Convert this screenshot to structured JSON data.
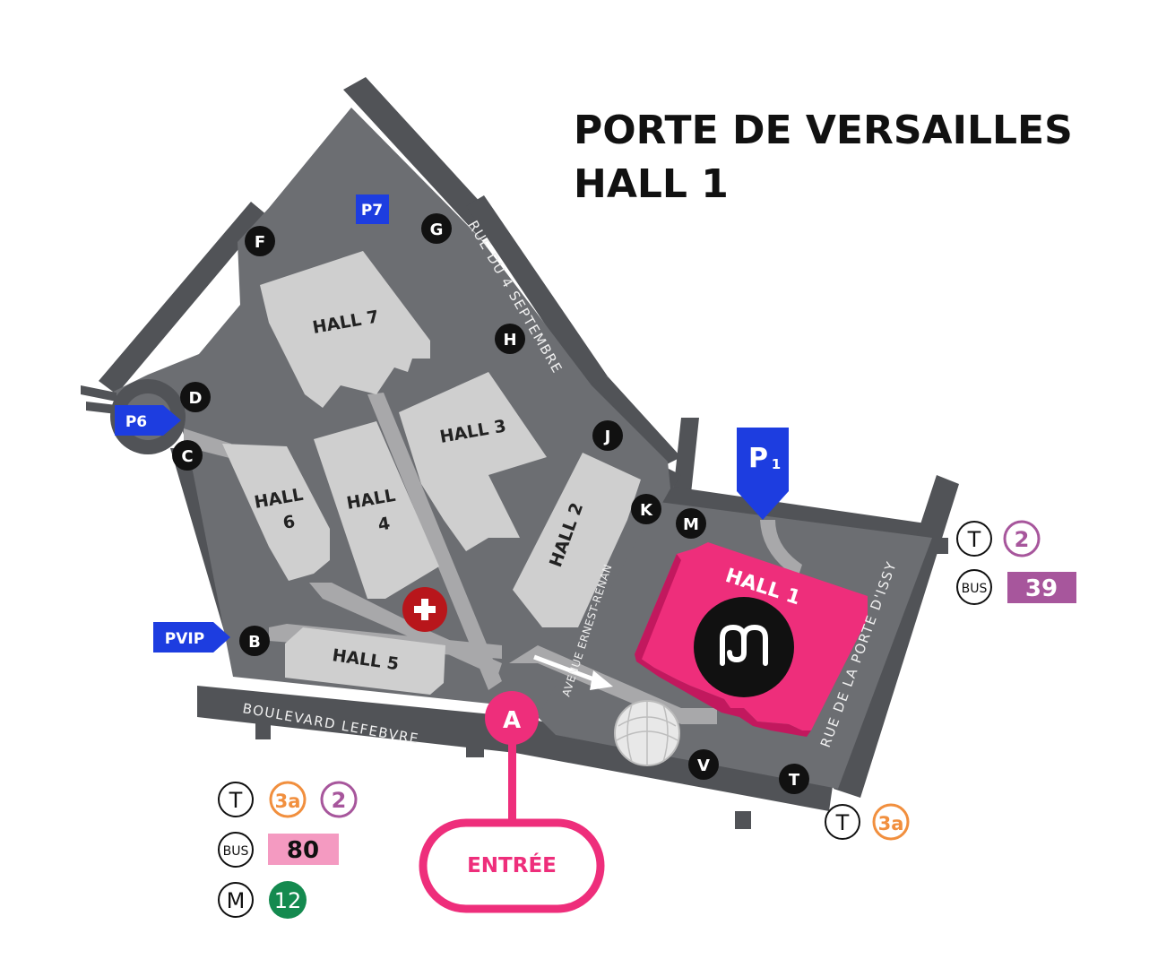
{
  "title": {
    "line1": "PORTE DE VERSAILLES",
    "line2": "HALL 1"
  },
  "halls": {
    "hall7": "HALL 7",
    "hall3": "HALL 3",
    "hall6a": "HALL",
    "hall6b": "6",
    "hall4a": "HALL",
    "hall4b": "4",
    "hall2": "HALL 2",
    "hall5": "HALL 5",
    "hall1": "HALL 1"
  },
  "streets": {
    "rue4sept": "RUE DU 4 SEPTEMBRE",
    "ernest": "AVENUE ERNEST-RENAN",
    "lefebvre": "BOULEVARD LEFEBVRE",
    "issy": "RUE DE LA PORTE D'ISSY"
  },
  "gates": [
    "A",
    "B",
    "C",
    "D",
    "F",
    "G",
    "H",
    "J",
    "K",
    "M",
    "T",
    "V"
  ],
  "parkings": {
    "p7": "P7",
    "p6": "P6",
    "pvip": "PVIP",
    "p1": "P",
    "p1_sub": "1"
  },
  "entrance": {
    "label": "ENTRÉE",
    "gate": "A"
  },
  "transit": {
    "tram_symbol": "T",
    "bus_symbol": "BUS",
    "metro_symbol": "M",
    "tram_3a": "3a",
    "tram_2": "2",
    "bus_39": "39",
    "bus_80": "80",
    "metro_12": "12"
  },
  "colors": {
    "ground": "#6c6e72",
    "road": "#515357",
    "hall": "#d4d4d4",
    "hall1": "#ee2e7b",
    "parking": "#1d3de0",
    "gate": "#111111",
    "tram_3a": "#f18f3e",
    "tram_2": "#a7569c",
    "bus_39": "#a7569c",
    "bus_80": "#f49ac1",
    "metro_12": "#148a4f",
    "aid": "#b8161b"
  },
  "icons": {
    "first_aid": "first-aid-icon",
    "logo": "m-logo-icon",
    "dome": "dome-icon",
    "arrow": "direction-arrow-icon"
  }
}
